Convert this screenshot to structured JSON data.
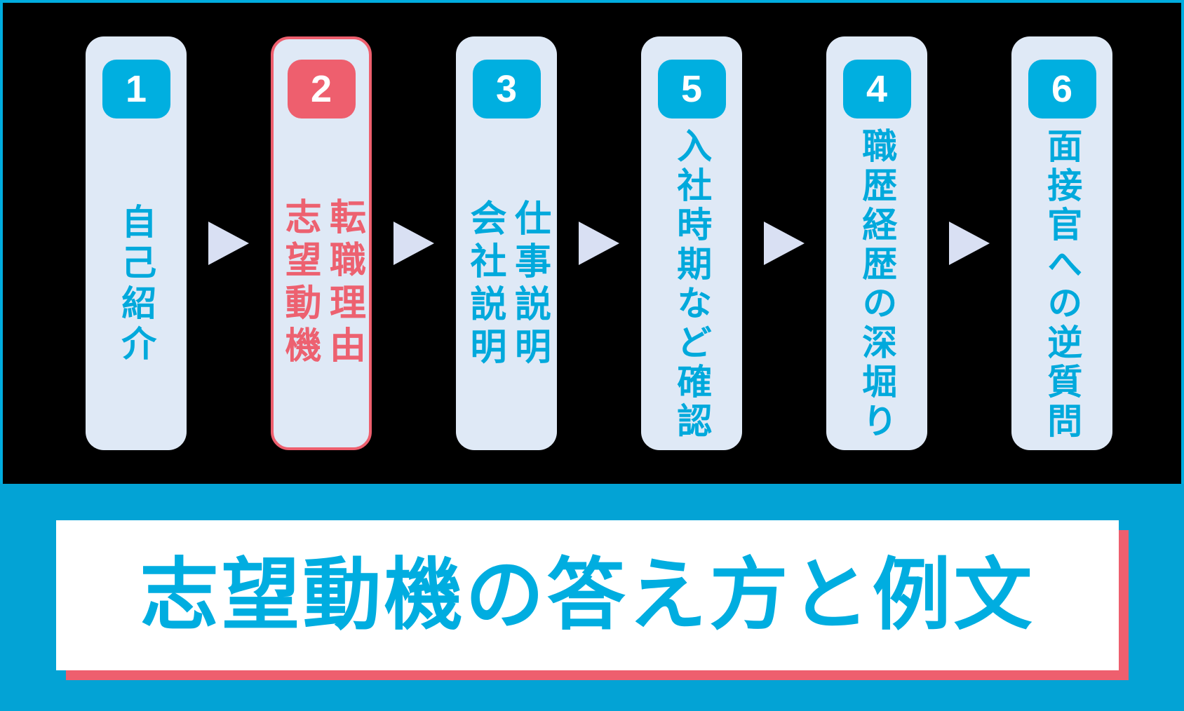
{
  "poster": {
    "flow_steps": [
      {
        "number": "1",
        "label": "自己紹介",
        "highlighted": false
      },
      {
        "number": "2",
        "label": "転職理由",
        "label2": "志望動機",
        "highlighted": true
      },
      {
        "number": "3",
        "label": "仕事説明",
        "label2": "会社説明",
        "highlighted": false
      },
      {
        "number": "5",
        "label": "入社時期など確認",
        "highlighted": false
      },
      {
        "number": "4",
        "label": "職歴経歴の深堀り",
        "highlighted": false
      },
      {
        "number": "6",
        "label": "面接官への逆質問",
        "highlighted": false
      }
    ],
    "arrow_icon": {
      "glyph": "▶",
      "count": 5
    },
    "banner": {
      "title": "志望動機の答え方と例文"
    },
    "colors": {
      "background": "#000000",
      "accent_cyan": "#00AFE0",
      "band_cyan": "#03A3D5",
      "highlight_red": "#EE5F6E",
      "card_background": "#DFE9F6",
      "arrow": "#D9E0F3",
      "title_text": "#00ADE0",
      "number_text": "#FFFFFF"
    }
  }
}
